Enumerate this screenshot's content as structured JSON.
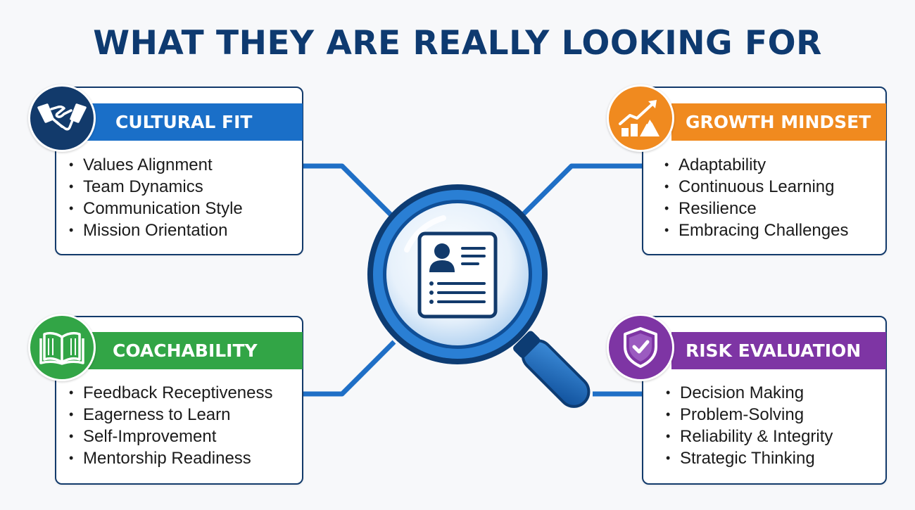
{
  "title": "WHAT THEY ARE REALLY LOOKING FOR",
  "colors": {
    "navy": "#123a6b",
    "blue": "#1a6fc8",
    "orange": "#f08a1f",
    "green": "#32a546",
    "purple": "#7e35a4",
    "connector": "#1f6fc6"
  },
  "cards": {
    "cultural_fit": {
      "title": "CULTURAL FIT",
      "icon": "handshake-icon",
      "items": [
        "Values Alignment",
        "Team Dynamics",
        "Communication Style",
        "Mission Orientation"
      ]
    },
    "growth_mindset": {
      "title": "GROWTH MINDSET",
      "icon": "growth-chart-icon",
      "items": [
        "Adaptability",
        "Continuous Learning",
        "Resilience",
        "Embracing Challenges"
      ]
    },
    "coachability": {
      "title": "COACHABILITY",
      "icon": "open-book-icon",
      "items": [
        "Feedback Receptiveness",
        "Eagerness to Learn",
        "Self-Improvement",
        "Mentorship Readiness"
      ]
    },
    "risk_evaluation": {
      "title": "RISK EVALUATION",
      "icon": "shield-check-icon",
      "items": [
        "Decision Making",
        "Problem-Solving",
        "Reliability & Integrity",
        "Strategic Thinking"
      ]
    }
  },
  "center": {
    "icon": "magnifying-glass-resume-icon"
  }
}
